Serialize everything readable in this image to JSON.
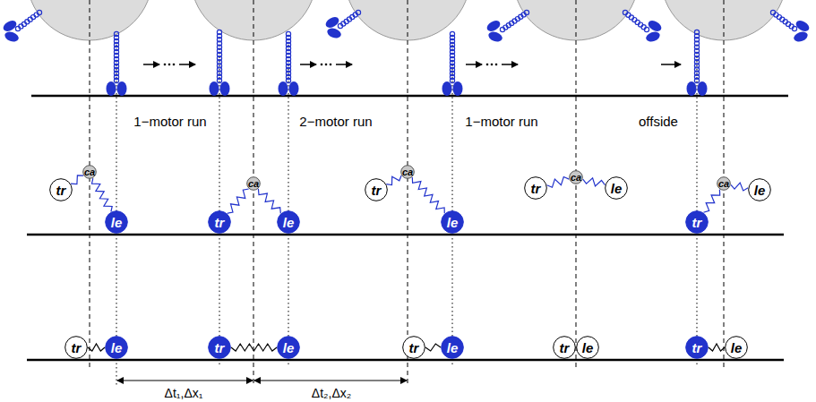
{
  "diagram": {
    "nodes": [
      {
        "text": [
          "tr"
        ]
      },
      {
        "text": [
          "ca"
        ]
      },
      {
        "text": [
          "le"
        ]
      },
      {
        "text": [
          "tr"
        ]
      },
      {
        "text": [
          "ca"
        ]
      },
      {
        "text": [
          "le"
        ]
      },
      {
        "text": [
          "tr"
        ]
      },
      {
        "text": [
          "ca"
        ]
      },
      {
        "text": [
          "le"
        ]
      },
      {
        "text": [
          "tr"
        ]
      },
      {
        "text": [
          "ca"
        ]
      },
      {
        "text": [
          "le"
        ]
      },
      {
        "text": [
          "tr"
        ]
      },
      {
        "text": [
          "ca"
        ]
      },
      {
        "text": [
          "le"
        ]
      },
      {
        "text": [
          "tr"
        ]
      },
      {
        "text": [
          "le"
        ]
      },
      {
        "text": [
          "tr"
        ]
      },
      {
        "text": [
          "le"
        ]
      },
      {
        "text": [
          "tr"
        ]
      },
      {
        "text": [
          "le"
        ]
      },
      {
        "text": [
          "tr"
        ]
      },
      {
        "text": [
          "le"
        ]
      },
      {
        "text": [
          "tr"
        ]
      },
      {
        "text": [
          "le"
        ]
      }
    ],
    "edges": [
      {
        "from": 0,
        "to": 1,
        "arrow": "none"
      },
      {
        "from": 1,
        "to": 2,
        "arrow": "none"
      },
      {
        "from": 3,
        "to": 4,
        "arrow": "none"
      },
      {
        "from": 4,
        "to": 5,
        "arrow": "none"
      },
      {
        "from": 6,
        "to": 7,
        "arrow": "none"
      },
      {
        "from": 7,
        "to": 8,
        "arrow": "none"
      },
      {
        "from": 9,
        "to": 10,
        "arrow": "none"
      },
      {
        "from": 10,
        "to": 11,
        "arrow": "none"
      },
      {
        "from": 12,
        "to": 13,
        "arrow": "none"
      },
      {
        "from": 13,
        "to": 14,
        "arrow": "none"
      },
      {
        "from": 15,
        "to": 16,
        "arrow": "none"
      },
      {
        "from": 17,
        "to": 18,
        "arrow": "none"
      },
      {
        "from": 19,
        "to": 20,
        "arrow": "none"
      },
      {
        "from": 23,
        "to": 24,
        "arrow": "none"
      }
    ],
    "labels": [
      "1−motor run",
      "2−motor run",
      "1−motor run",
      "offside",
      "Δt₁,Δx₁",
      "Δt₂,Δx₂"
    ]
  }
}
